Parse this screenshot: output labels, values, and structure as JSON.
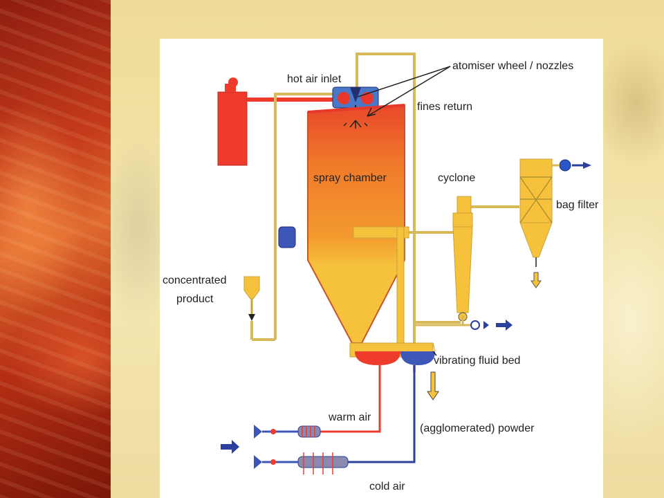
{
  "diagram": {
    "labels": {
      "hot_air_inlet": "hot air inlet",
      "atomiser": "atomiser wheel / nozzles",
      "fines_return": "fines return",
      "spray_chamber": "spray chamber",
      "cyclone": "cyclone",
      "bag_filter": "bag filter",
      "concentrated_product_1": "concentrated",
      "concentrated_product_2": "product",
      "vibrating_fluid_bed": "vibrating fluid bed",
      "warm_air": "warm air",
      "agglomerated_powder": "(agglomerated) powder",
      "cold_air": "cold air"
    }
  },
  "colors": {
    "hot_red": "#e8382c",
    "chamber_orange": "#f07a2a",
    "chamber_yellow": "#f6c23c",
    "pipe_yellow": "#e0c25a",
    "pipe_blue": "#2a3f9e",
    "left_band": "#c43a1a",
    "background": "#f2e3a8"
  }
}
